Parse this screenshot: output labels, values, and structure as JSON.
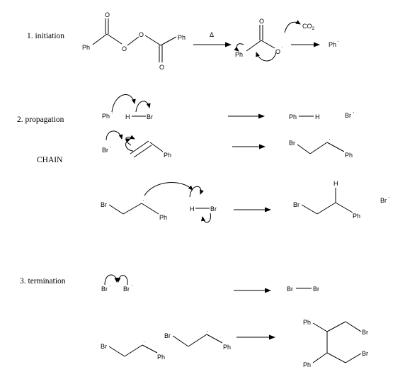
{
  "steps": {
    "initiation": "1. initiation",
    "propagation": "2. propagation",
    "chain": "CHAIN",
    "termination": "3. termination"
  },
  "reagents": {
    "heat": "Δ",
    "co2_main": "CO",
    "co2_sub": "2"
  },
  "labels": {
    "ph": "Ph",
    "br": "Br",
    "h": "H",
    "o": "O",
    "radical": "·"
  }
}
